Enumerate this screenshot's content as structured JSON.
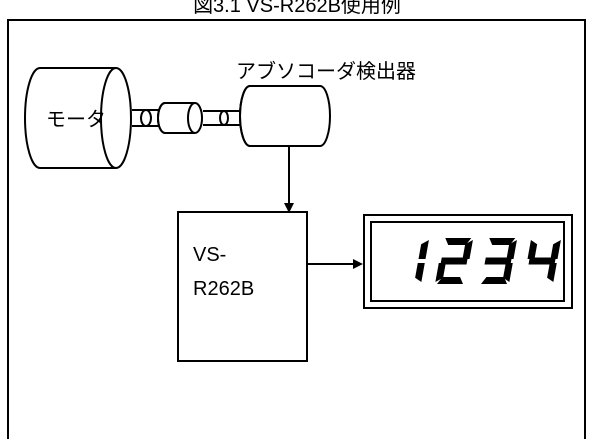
{
  "figure": {
    "title": "図3.1 VS-R262B使用例"
  },
  "labels": {
    "motor": "モータ",
    "encoder": "アブソコーダ検出器",
    "device_line1": "VS-",
    "device_line2": "R262B"
  },
  "display": {
    "value": "1234"
  },
  "colors": {
    "ink": "#000000",
    "paper": "#ffffff"
  }
}
